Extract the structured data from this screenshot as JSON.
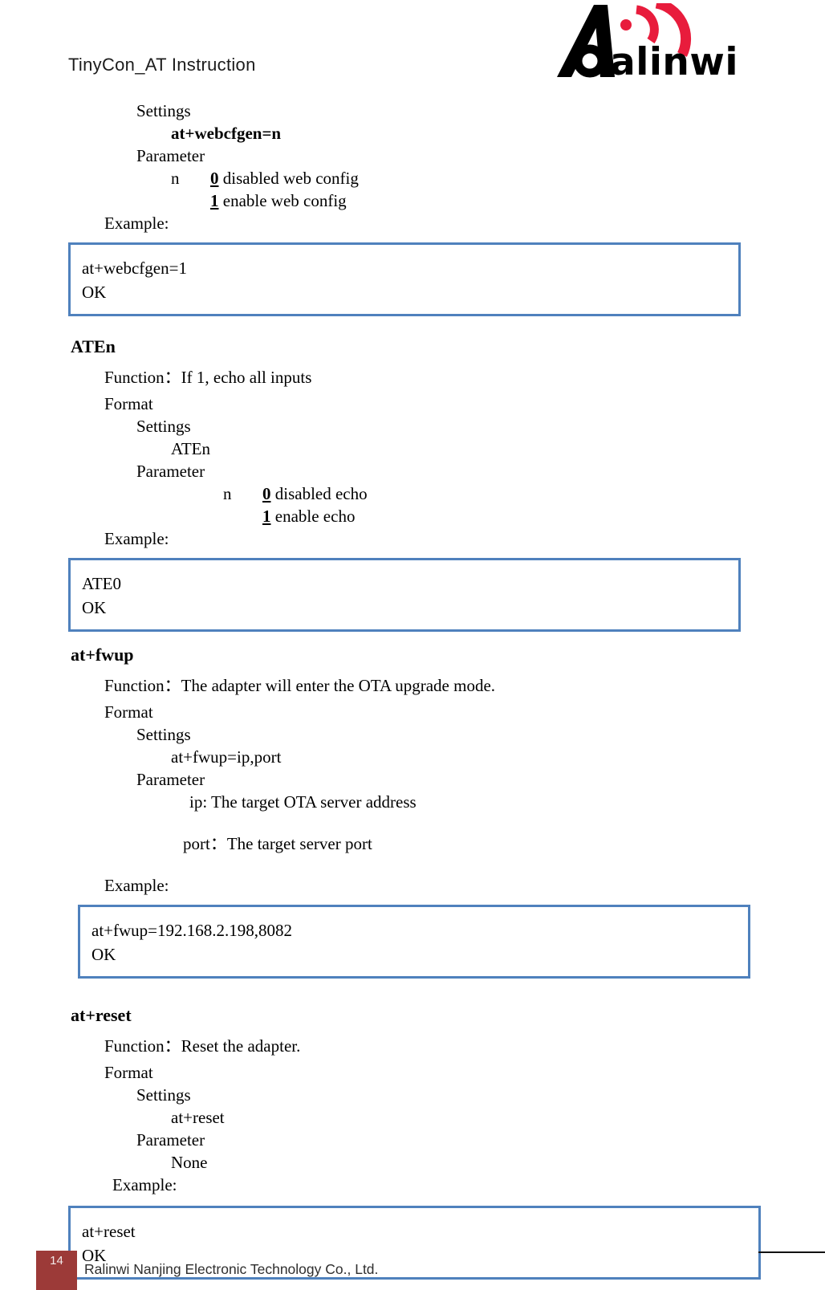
{
  "header": {
    "title": "TinyCon_AT Instruction"
  },
  "logo": {
    "brand": "Ralinwi",
    "wordmark": "alinwi"
  },
  "colors": {
    "box_border": "#4f81bd",
    "page_badge": "#9c3a38",
    "logo_red": "#e81c3c",
    "text": "#000000"
  },
  "sections": {
    "webcfgen": {
      "settings_label": "Settings",
      "command": "at+webcfgen=n",
      "parameter_label": "Parameter",
      "param_name": "n",
      "options": [
        {
          "key": "0",
          "text": "disabled web config"
        },
        {
          "key": "1",
          "text": "enable web config"
        }
      ],
      "example_label": "Example:",
      "code_lines": [
        "at+webcfgen=1",
        "OK"
      ]
    },
    "aten": {
      "heading": "ATEn",
      "function": "Function：If 1, echo all inputs",
      "format_label": "Format",
      "settings_label": "Settings",
      "command": "ATEn",
      "parameter_label": "Parameter",
      "param_name": "n",
      "options": [
        {
          "key": "0",
          "text": "disabled echo"
        },
        {
          "key": "1",
          "text": "enable echo"
        }
      ],
      "example_label": "Example:",
      "code_lines": [
        "ATE0",
        "OK"
      ]
    },
    "fwup": {
      "heading": "at+fwup",
      "function": "Function：The adapter will enter the OTA upgrade mode.",
      "format_label": "Format",
      "settings_label": "Settings",
      "command": "at+fwup=ip,port",
      "parameter_label": "Parameter",
      "param_ip": "ip: The target OTA server address",
      "param_port": "port：The target server port",
      "example_label": "Example:",
      "code_lines": [
        "at+fwup=192.168.2.198,8082",
        "OK"
      ]
    },
    "reset": {
      "heading": "at+reset",
      "function": "Function：Reset the adapter.",
      "format_label": "Format",
      "settings_label": "Settings",
      "command": "at+reset",
      "parameter_label": "Parameter",
      "param_none": "None",
      "example_label": "Example:",
      "code_lines": [
        "at+reset",
        "OK"
      ]
    }
  },
  "footer": {
    "page_number": "14",
    "company": "Ralinwi Nanjing Electronic Technology Co., Ltd."
  }
}
